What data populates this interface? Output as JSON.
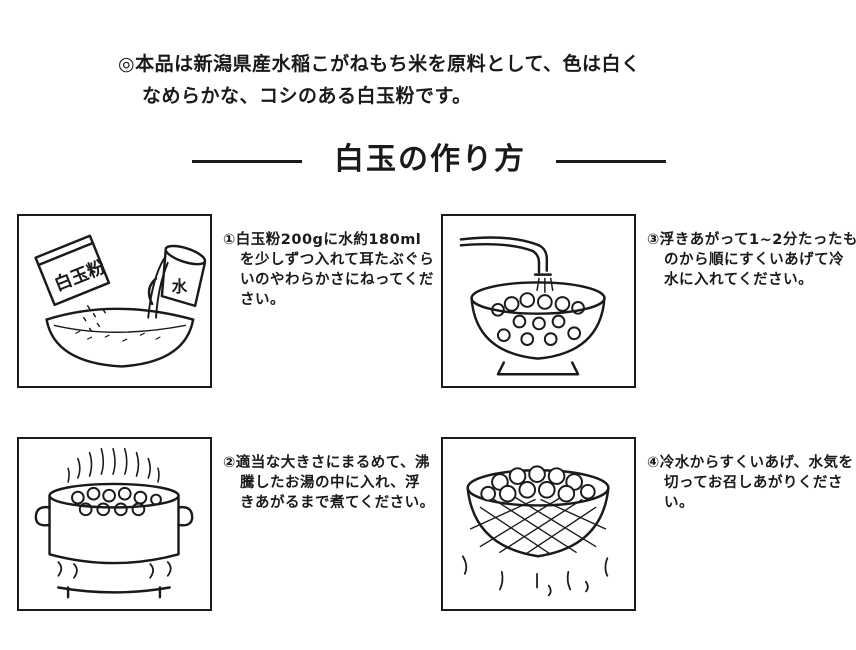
{
  "intro": {
    "line1": "◎本品は新潟県産水稲こがねもち米を原料として、色は白く",
    "line2": "なめらかな、コシのある白玉粉です。"
  },
  "heading": {
    "title": "白玉の作り方"
  },
  "steps": [
    {
      "marker": "①",
      "text": "白玉粉200gに水約180mlを少しずつ入れて耳たぶぐらいのやわらかさにねってください。"
    },
    {
      "marker": "②",
      "text": "適当な大きさにまるめて、沸騰したお湯の中に入れ、浮きあがるまで煮てください。"
    },
    {
      "marker": "③",
      "text": "浮きあがって1~2分たったものから順にすくいあげて冷水に入れてください。"
    },
    {
      "marker": "④",
      "text": "冷水からすくいあげ、水気を切ってお召しあがりください。"
    }
  ],
  "illustrations": {
    "bag_label": "白玉粉",
    "cup_label": "水",
    "icons": [
      "mixing-bowl-icon",
      "boiling-pot-icon",
      "strainer-bowl-icon",
      "colander-icon"
    ]
  }
}
